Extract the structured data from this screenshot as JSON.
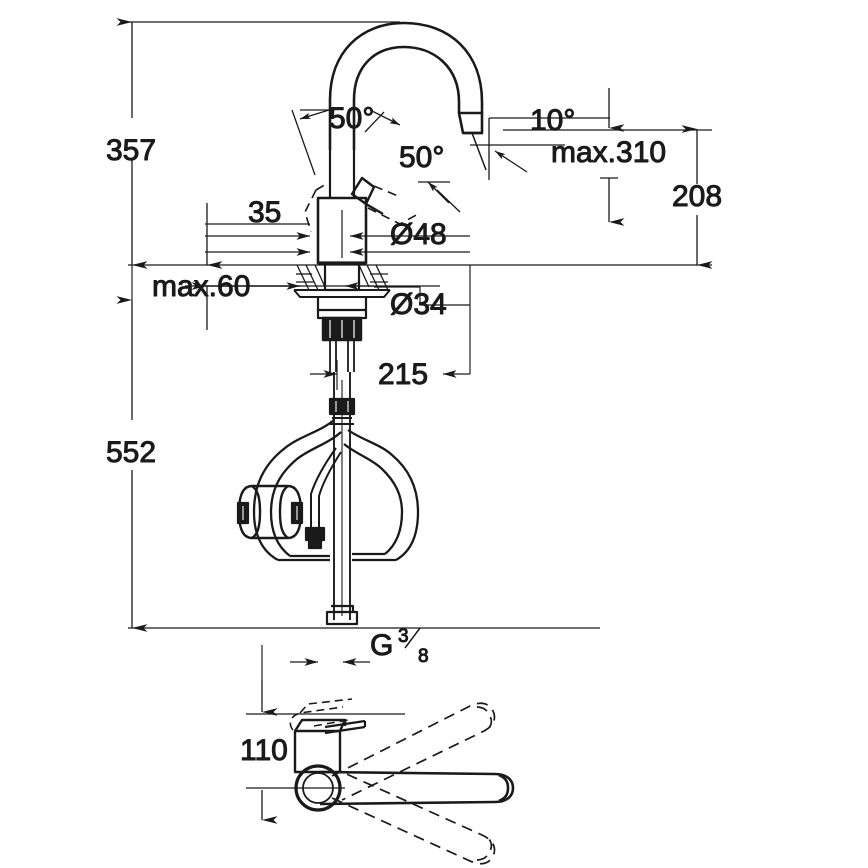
{
  "drawing": {
    "title": "Kitchen mixer tap dimensional drawing",
    "units": "mm",
    "line_color": "#1a1a1a",
    "background": "#ffffff"
  },
  "dimensions": {
    "overall_height_above_counter": "357",
    "max_counter_thickness": "max.60",
    "spout_offset": "35",
    "body_diameter": "Ø48",
    "shank_diameter": "Ø34",
    "spout_projection": "215",
    "hose_length_below_counter": "552",
    "max_spout_reach": "max.310",
    "aerator_height": "208",
    "aerator_angle": "10°",
    "handle_angle_left": "50°",
    "handle_angle_right": "50°",
    "supply_thread": "G",
    "supply_thread_num": "3",
    "supply_thread_den": "8",
    "handle_clearance_plan": "110"
  }
}
